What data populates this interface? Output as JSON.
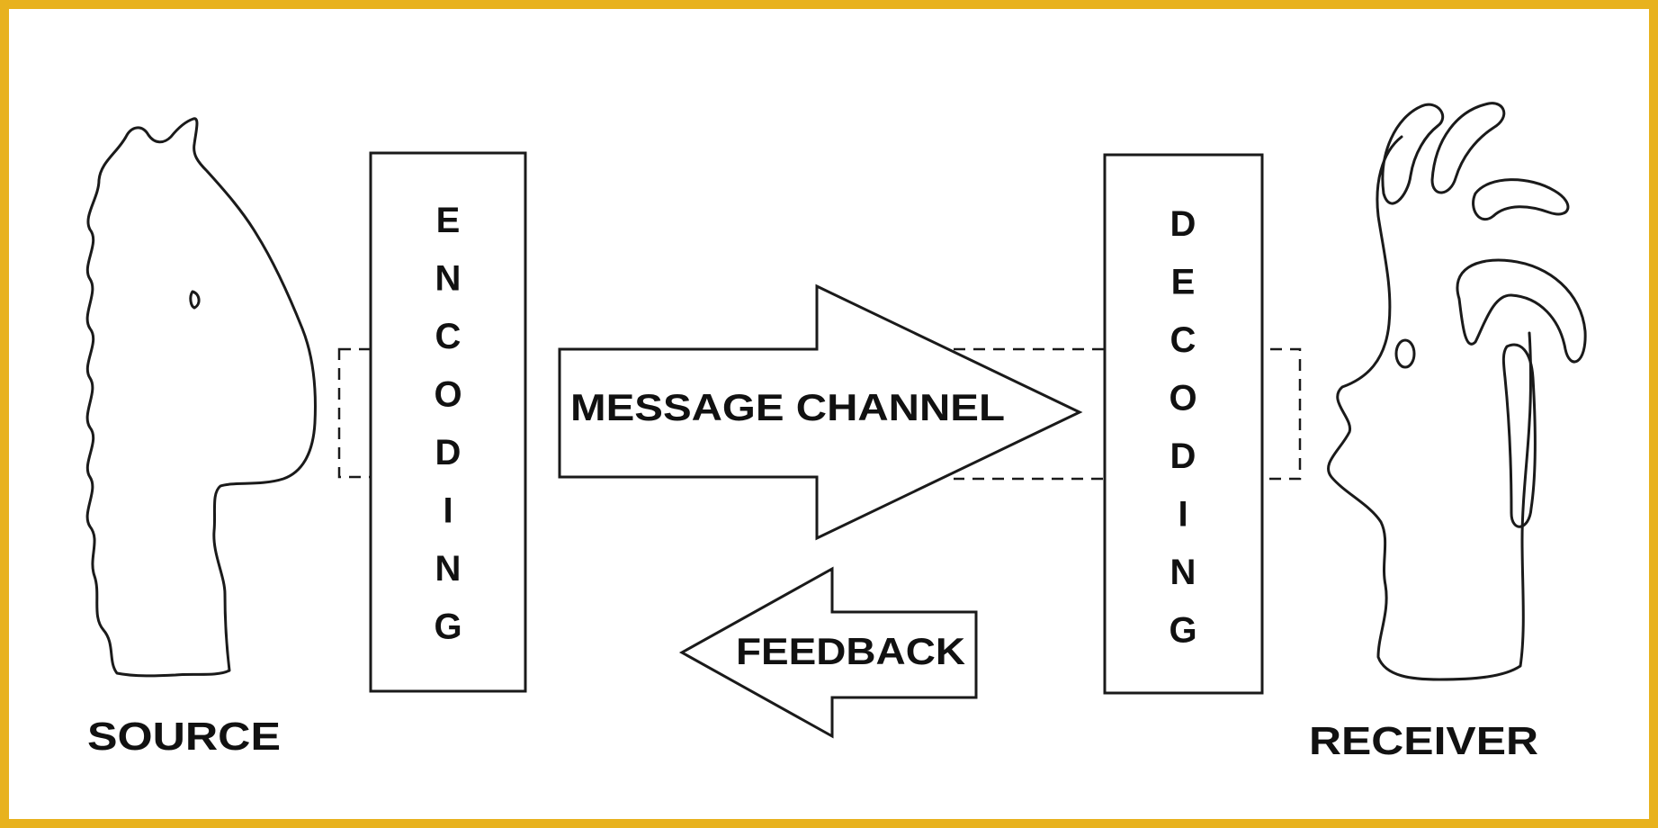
{
  "frame_color": "#E8B21E",
  "labels": {
    "source": "SOURCE",
    "receiver": "RECEIVER",
    "encoding": "ENCODING",
    "decoding": "DECODING",
    "message_channel": "MESSAGE CHANNEL",
    "feedback": "FEEDBACK"
  }
}
